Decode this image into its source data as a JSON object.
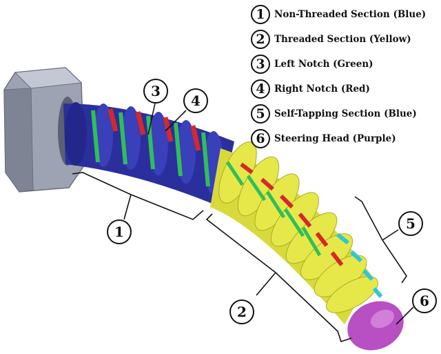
{
  "legend": [
    {
      "num": "1",
      "text": "Non-Threaded Section (Blue)"
    },
    {
      "num": "2",
      "text": "Threaded Section (Yellow)"
    },
    {
      "num": "3",
      "text": "Left Notch (Green)"
    },
    {
      "num": "4",
      "text": "Right Notch (Red)"
    },
    {
      "num": "5",
      "text": "Self-Tapping Section (Blue)"
    },
    {
      "num": "6",
      "text": "Steering Head (Purple)"
    }
  ],
  "callouts": [
    "1",
    "2",
    "3",
    "4",
    "5",
    "6"
  ],
  "colors": {
    "non_threaded": "#2b2f9e",
    "threaded": "#e6e84a",
    "left_notch": "#2fbf5a",
    "right_notch": "#d62828",
    "self_tapping": "#2fc7d6",
    "steering_head": "#b84fc2",
    "nut": "#9ea3b3"
  }
}
